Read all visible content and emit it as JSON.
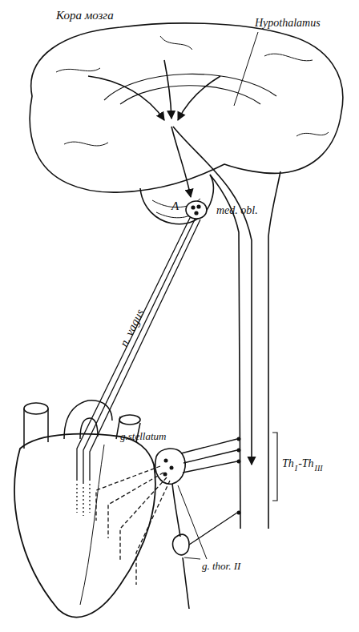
{
  "diagram": {
    "nodes": [
      {
        "text": [
          "A"
        ]
      }
    ],
    "labels": [
      "Кора мозга",
      "Hypothalamus",
      "med. obl.",
      "n. vagus",
      "g.stellatum",
      "Th",
      "I",
      "-Th",
      "III",
      "g. thor. II"
    ]
  }
}
